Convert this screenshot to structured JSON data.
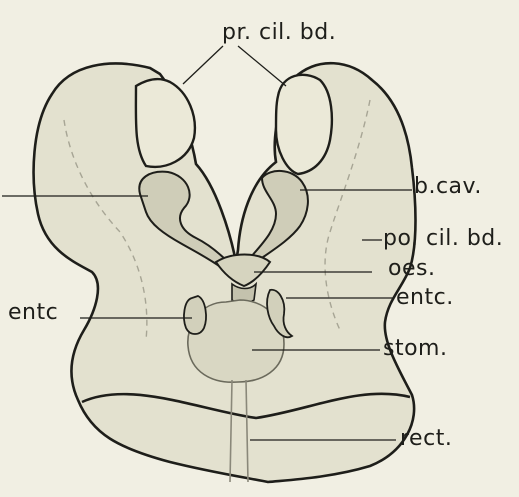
{
  "labels": {
    "pr_cil_bd": "pr. cil. bd.",
    "b_cav": "b.cav.",
    "po_cil_bd": "po. cil. bd.",
    "oes": "oes.",
    "entc_right": "entc.",
    "entc_left": "entc",
    "stom": "stom.",
    "rect": "rect."
  },
  "colors": {
    "background": "#f1efe3",
    "body_fill": "#e3e1cf",
    "outline": "#1e1e1a",
    "cavity_fill": "#cfcdb8"
  }
}
